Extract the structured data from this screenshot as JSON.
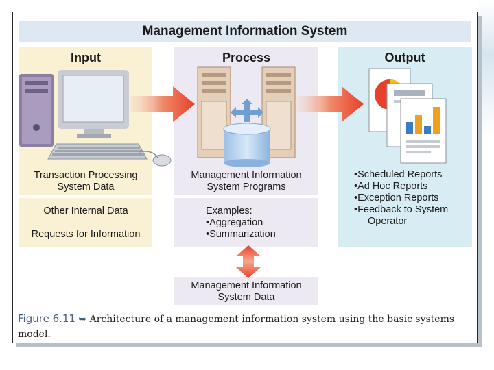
{
  "title": "Management Information System",
  "columns": {
    "input": {
      "heading": "Input",
      "primary": [
        "Transaction Processing",
        "System Data"
      ],
      "secondary": [
        "Other Internal Data",
        "Requests for Information"
      ]
    },
    "process": {
      "heading": "Process",
      "primary": [
        "Management Information",
        "System Programs"
      ],
      "examples_label": "Examples:",
      "examples": [
        "•Aggregation",
        "•Summarization"
      ],
      "data_store": [
        "Management Information",
        "System Data"
      ]
    },
    "output": {
      "heading": "Output",
      "items": [
        "•Scheduled Reports",
        "•Ad Hoc Reports",
        "•Exception Reports",
        "•Feedback to System",
        "Operator"
      ]
    }
  },
  "caption": {
    "figure_label": "Figure 6.11",
    "arrow": "➥",
    "text_line1": "Architecture of a management information system using the basic systems",
    "text_line2": "model."
  },
  "colors": {
    "arrow_red": "#e8402a",
    "title_bar": "#dde8f3",
    "input_bg": "#faf1d4",
    "process_bg": "#ede9f3",
    "output_bg": "#d8ecf3"
  },
  "icons": [
    "computer-icon",
    "server-icon",
    "database-icon",
    "report-icon"
  ]
}
